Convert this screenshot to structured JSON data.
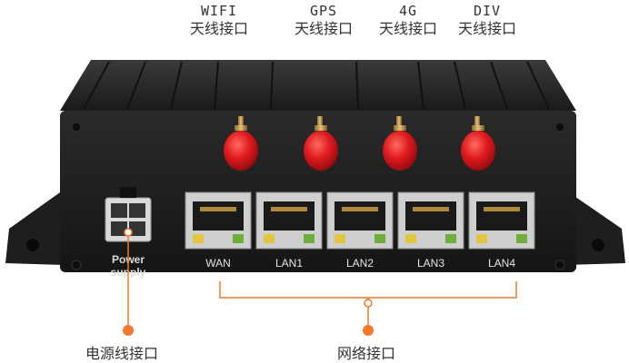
{
  "antenna_labels": [
    {
      "type": "WIFI",
      "desc": "天线接口"
    },
    {
      "type": "GPS",
      "desc": "天线接口"
    },
    {
      "type": "4G",
      "desc": "天线接口"
    },
    {
      "type": "DIV",
      "desc": "天线接口"
    }
  ],
  "device": {
    "power_label_line1": "Power",
    "power_label_line2": "supply",
    "ports": [
      "WAN",
      "LAN1",
      "LAN2",
      "LAN3",
      "LAN4"
    ]
  },
  "callouts": {
    "power": "电源线接口",
    "network": "网络接口"
  },
  "colors": {
    "accent": "#f07a2a",
    "antenna_red": "#d8161b",
    "body_dark": "#1c1c1c"
  }
}
